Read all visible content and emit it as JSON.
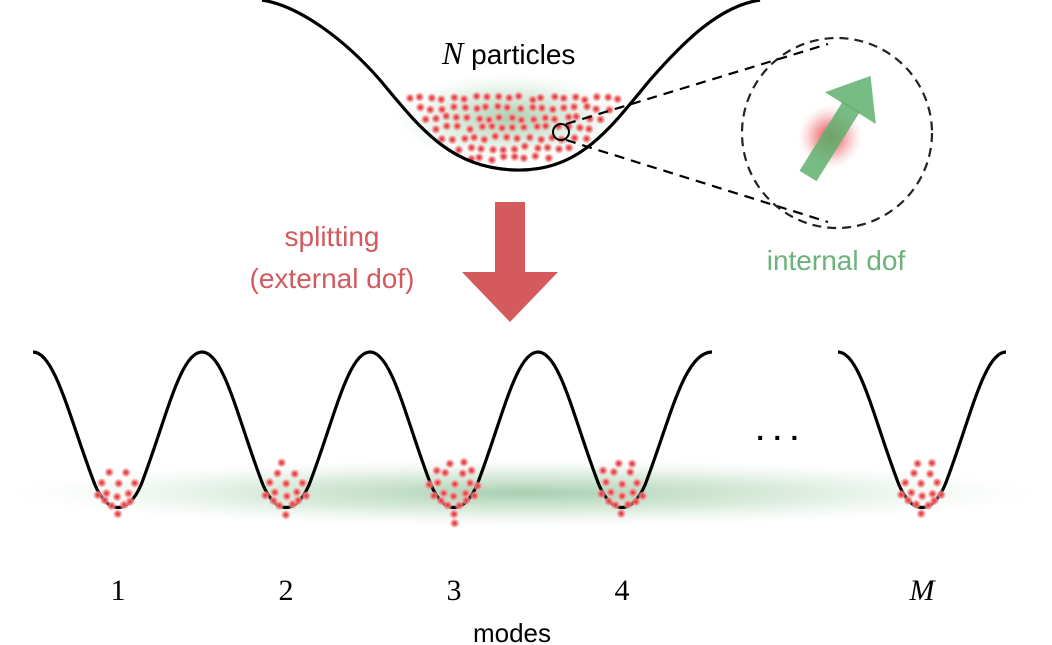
{
  "top": {
    "label_symbol": "N",
    "label_text": " particles"
  },
  "splitting": {
    "line1": "splitting",
    "line2": "(external dof)"
  },
  "internal": {
    "label": "internal dof"
  },
  "modes": {
    "labels": [
      "1",
      "2",
      "3",
      "4",
      "M"
    ],
    "ellipsis": "· · ·",
    "caption": "modes"
  },
  "colors": {
    "splitting": "#d25a5f",
    "internal": "#6cb27a",
    "particle": "#e23a3a",
    "line": "#000000"
  }
}
